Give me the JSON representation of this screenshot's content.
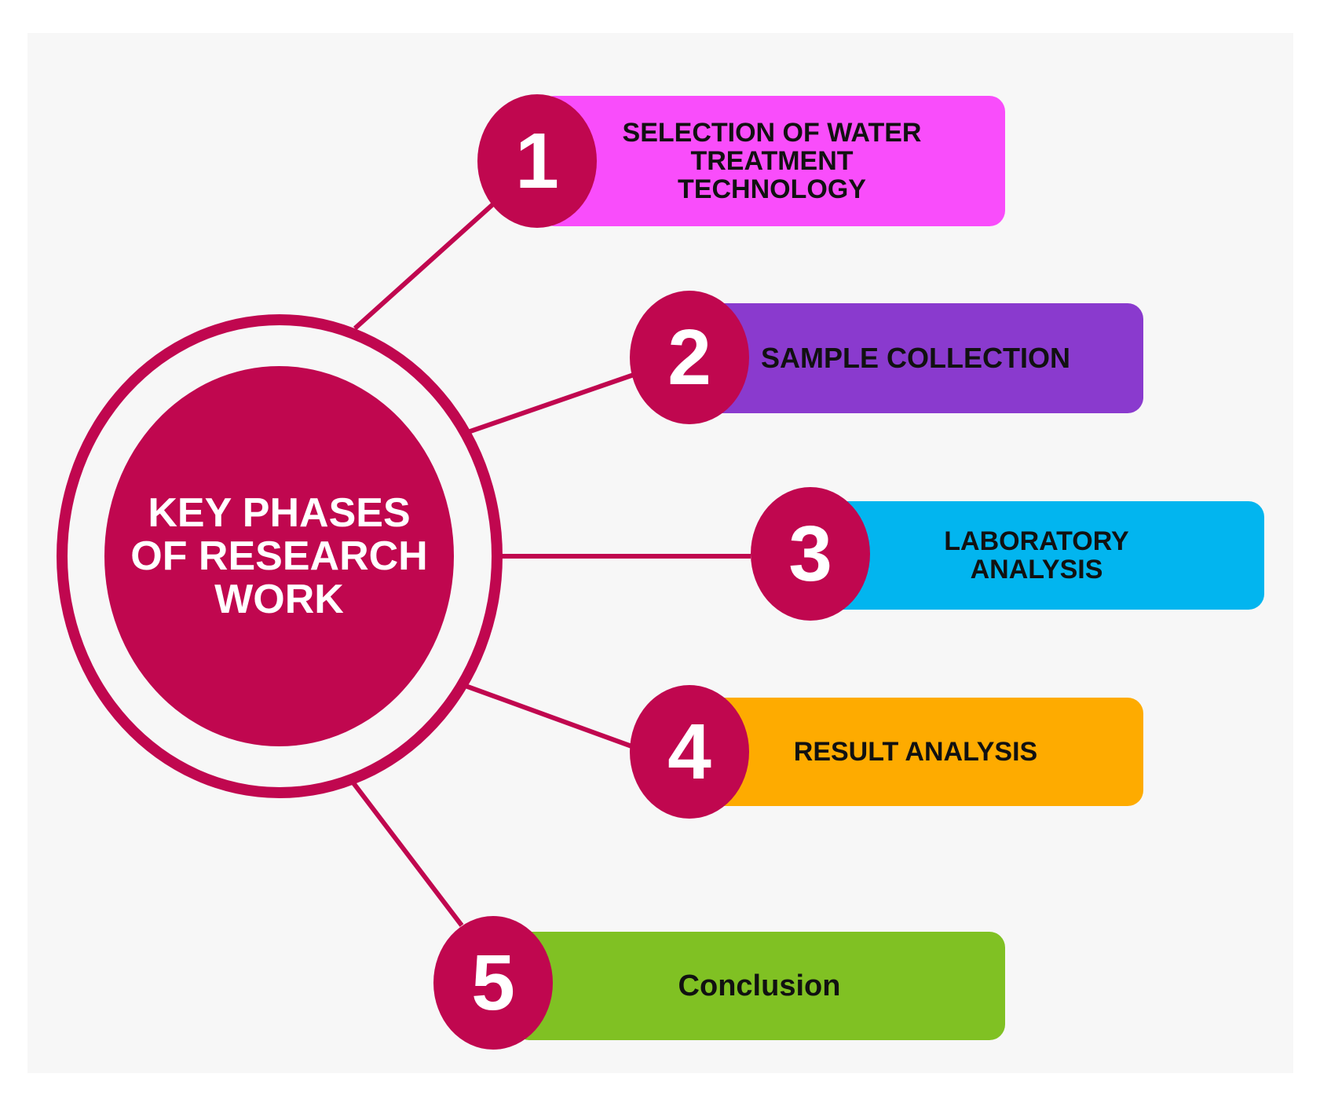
{
  "diagram": {
    "center_title": "KEY PHASES OF RESEARCH WORK",
    "colors": {
      "accent": "#c0074f",
      "background": "#f7f7f7"
    },
    "phases": [
      {
        "number": "1",
        "label": "SELECTION OF WATER TREATMENT TECHNOLOGY",
        "color": "#f94dfb"
      },
      {
        "number": "2",
        "label": "SAMPLE COLLECTION",
        "color": "#8a3ace"
      },
      {
        "number": "3",
        "label": "LABORATORY ANALYSIS",
        "color": "#02b5ef"
      },
      {
        "number": "4",
        "label": "RESULT ANALYSIS",
        "color": "#feab00"
      },
      {
        "number": "5",
        "label": "Conclusion",
        "color": "#80c123"
      }
    ]
  }
}
